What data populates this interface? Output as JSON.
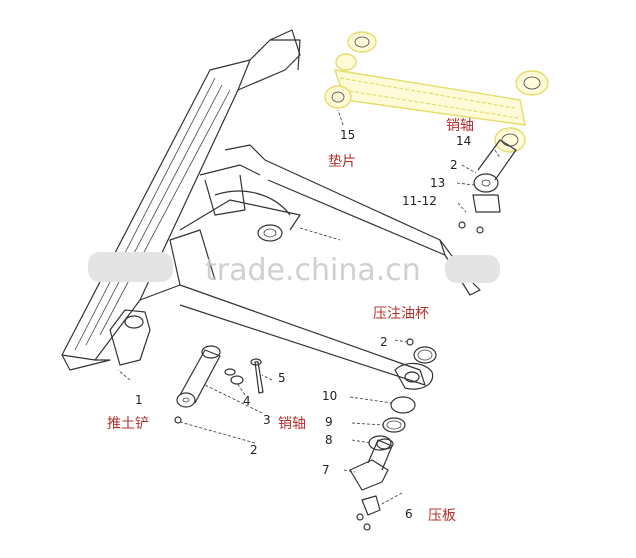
{
  "watermark": "trade.china.cn",
  "callouts": {
    "n1": "1",
    "n2a": "2",
    "n2b": "2",
    "n2c": "2",
    "n3": "3",
    "n4": "4",
    "n5": "5",
    "n6": "6",
    "n7": "7",
    "n8": "8",
    "n9": "9",
    "n10": "10",
    "n11_12": "11-12",
    "n13": "13",
    "n14": "14",
    "n15": "15"
  },
  "labels": {
    "dozer_blade": "推土铲",
    "pin_shaft_bottom": "销轴",
    "pin_shaft_top": "销轴",
    "shim": "垫片",
    "grease_cup": "压注油杯",
    "press_plate": "压板"
  },
  "colors": {
    "label_red": "#b5302b",
    "highlight_yellow": "#e6dc6a",
    "line": "#333333"
  }
}
